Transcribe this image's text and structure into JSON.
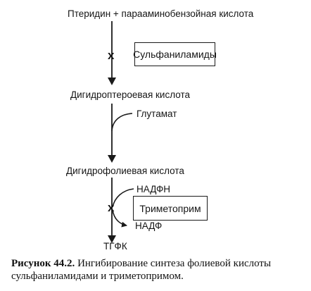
{
  "labels": {
    "pteridin": "Птеридин + парааминобензойная кислота",
    "dihydropteroic": "Дигидроптероевая кислота",
    "glutamate": "Глутамат",
    "dihydrofolic": "Дигидрофолиевая кислота",
    "nadph": "НАДФН",
    "nadp": "НАДФ",
    "tgfk": "ТГФК"
  },
  "boxes": {
    "sulfanilamides": "Сульфаниламиды",
    "trimethoprim": "Триметоприм"
  },
  "inhibitor_mark": "x",
  "caption": {
    "figure_label": "Рисунок 44.2.",
    "text": "Ингибирование синтеза фолиевой кислоты сульфаниламидами и триметопримом."
  }
}
